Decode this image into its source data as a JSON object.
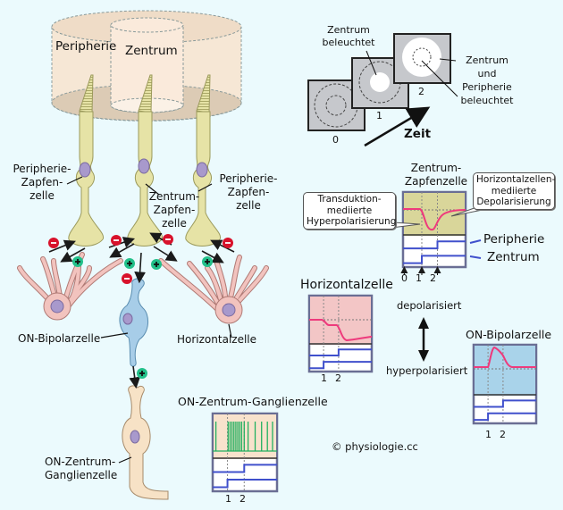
{
  "colors": {
    "background": "#ebfafd",
    "receptive_field": "#f7e6d3",
    "cone_cell": "#e6e3a6",
    "cone_outline": "#9b9a5b",
    "nucleus": "#a899cc",
    "horizontal_cell": "#f2c3be",
    "bipolar_cell": "#a7cde8",
    "ganglion_cell": "#f7e2c6",
    "inhibitory_sign": "#d8122b",
    "excitatory_sign": "#22c08a",
    "trace_membrane": "#ee3a7c",
    "trace_stimulus": "#4050cc",
    "spike": "#22b060",
    "plot_border": "#6a6e94",
    "plot_cone_bg": "#d9d69a",
    "plot_horizontal_bg": "#f3c6c6",
    "plot_bipolar_bg": "#a9d3ea",
    "plot_ganglion_bg": "#f8e2cc"
  },
  "receptive_field": {
    "periphery_label": "Peripherie",
    "center_label": "Zentrum"
  },
  "cells": {
    "left_cone_label": [
      "Peripherie-",
      "Zapfen-",
      "zelle"
    ],
    "center_cone_label": [
      "Zentrum-",
      "Zapfen-",
      "zelle"
    ],
    "right_cone_label": [
      "Peripherie-",
      "Zapfen-",
      "zelle"
    ],
    "bipolar_label": "ON-Bipolarzelle",
    "horizontal_label": "Horizontalzelle",
    "ganglion_label": [
      "ON-Zentrum-",
      "Ganglienzelle"
    ]
  },
  "synapse_signs": {
    "inhibitory": "−",
    "excitatory": "+"
  },
  "stimulus": {
    "center_lit_label": [
      "Zentrum",
      "beleuchtet"
    ],
    "both_lit_label": [
      "Zentrum",
      "und",
      "Peripherie",
      "beleuchtet"
    ],
    "frames": [
      "0",
      "1",
      "2"
    ],
    "time_label": "Zeit"
  },
  "plots": {
    "cone": {
      "title": [
        "Zentrum-",
        "Zapfenzelle"
      ],
      "callout_left": [
        "Transduktion-",
        "mediierte",
        "Hyperpolarisierung"
      ],
      "callout_right": [
        "Horizontalzellen-",
        "mediierte",
        "Depolarisierung"
      ],
      "legend_periphery": "Peripherie",
      "legend_center": "Zentrum",
      "ticks": [
        "0",
        "1",
        "2"
      ]
    },
    "horizontal": {
      "title": "Horizontalzelle",
      "ticks": [
        "1",
        "2"
      ]
    },
    "bipolar": {
      "title": "ON-Bipolarzelle",
      "ticks": [
        "1",
        "2"
      ]
    },
    "ganglion": {
      "title": "ON-Zentrum-Ganglienzelle",
      "ticks": [
        "1",
        "2"
      ]
    }
  },
  "polarity_axis": {
    "top": "depolarisiert",
    "bottom": "hyperpolarisiert"
  },
  "copyright": "© physiologie.cc"
}
